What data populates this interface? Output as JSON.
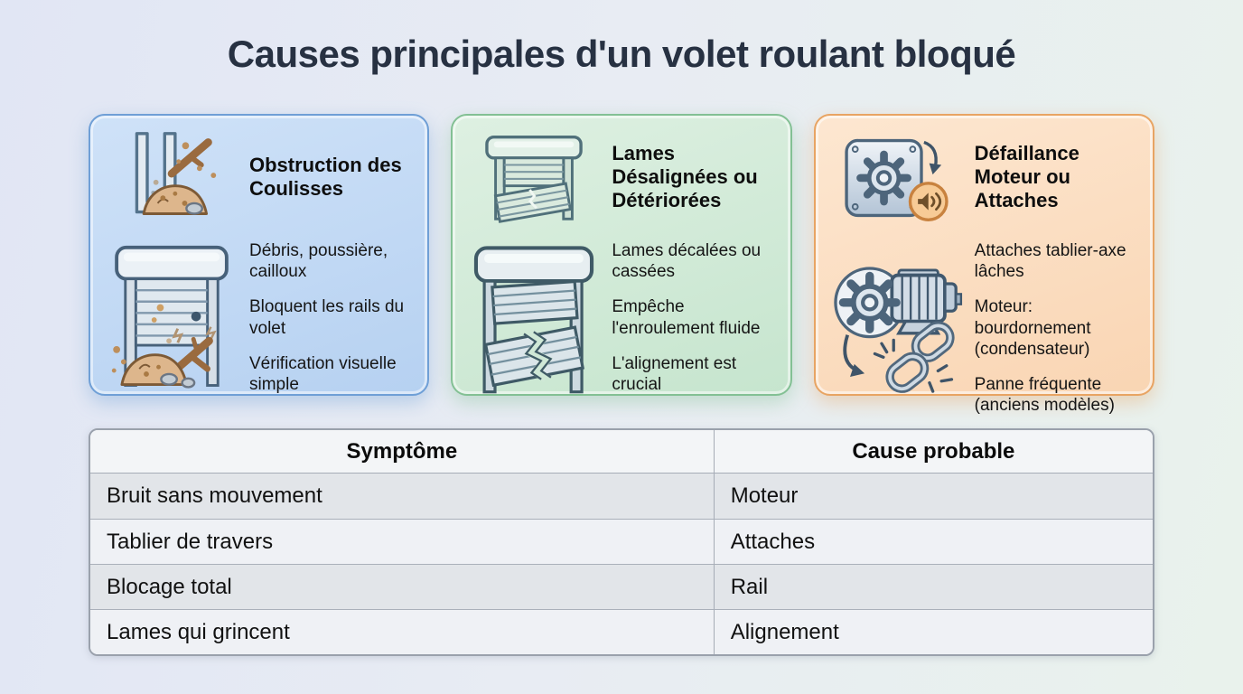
{
  "page": {
    "title": "Causes principales d'un volet roulant bloqué",
    "background_left": "#e1e6f4",
    "background_right": "#e9f2ec",
    "title_color": "#273142"
  },
  "cards": [
    {
      "id": "obstruction",
      "title": "Obstruction des Coulisses",
      "bullets": [
        "Débris, poussière, cailloux",
        "Bloquent les rails du volet",
        "Vérification visuelle simple"
      ],
      "accent": "#6f9fd6",
      "background": "#c2d9f4",
      "icons": [
        "rail-debris-icon",
        "shutter-debris-icon"
      ]
    },
    {
      "id": "lames",
      "title": "Lames Désalignées ou Détériorées",
      "bullets": [
        "Lames décalées ou cassées",
        "Empêche l'enroulement fluide",
        "L'alignement est crucial"
      ],
      "accent": "#83c094",
      "background": "#d2ebd8",
      "icons": [
        "shutter-misaligned-icon",
        "shutter-broken-icon"
      ]
    },
    {
      "id": "moteur",
      "title": "Défaillance Moteur ou Attaches",
      "bullets": [
        "Attaches tablier-axe lâches",
        "Moteur: bourdornement (condensateur)",
        "Panne fréquente (anciens modèles)"
      ],
      "accent": "#e8a463",
      "background": "#fbdec2",
      "icons": [
        "gear-sound-icon",
        "motor-broken-chain-icon"
      ]
    }
  ],
  "table": {
    "headers": [
      "Symptôme",
      "Cause probable"
    ],
    "rows": [
      {
        "symptom": "Bruit sans mouvement",
        "cause": "Moteur"
      },
      {
        "symptom": "Tablier de travers",
        "cause": "Attaches"
      },
      {
        "symptom": "Blocage total",
        "cause": "Rail"
      },
      {
        "symptom": "Lames qui grincent",
        "cause": "Alignement"
      }
    ]
  }
}
